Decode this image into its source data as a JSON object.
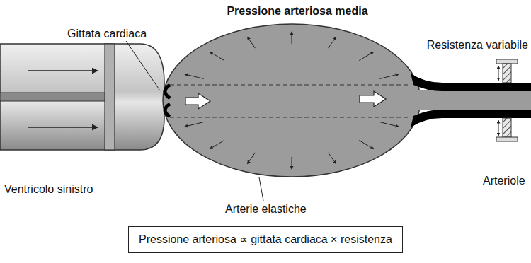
{
  "diagram": {
    "title": "Pressione arteriosa media",
    "nodes": [
      {
        "text": [
          "Pressione arteriosa ∝ gittata cardiaca × resistenza"
        ]
      }
    ],
    "labels": [
      "Gittata cardiaca",
      "Resistenza variabile",
      "Ventricolo sinistro",
      "Arterie elastiche",
      "Arteriole"
    ]
  }
}
